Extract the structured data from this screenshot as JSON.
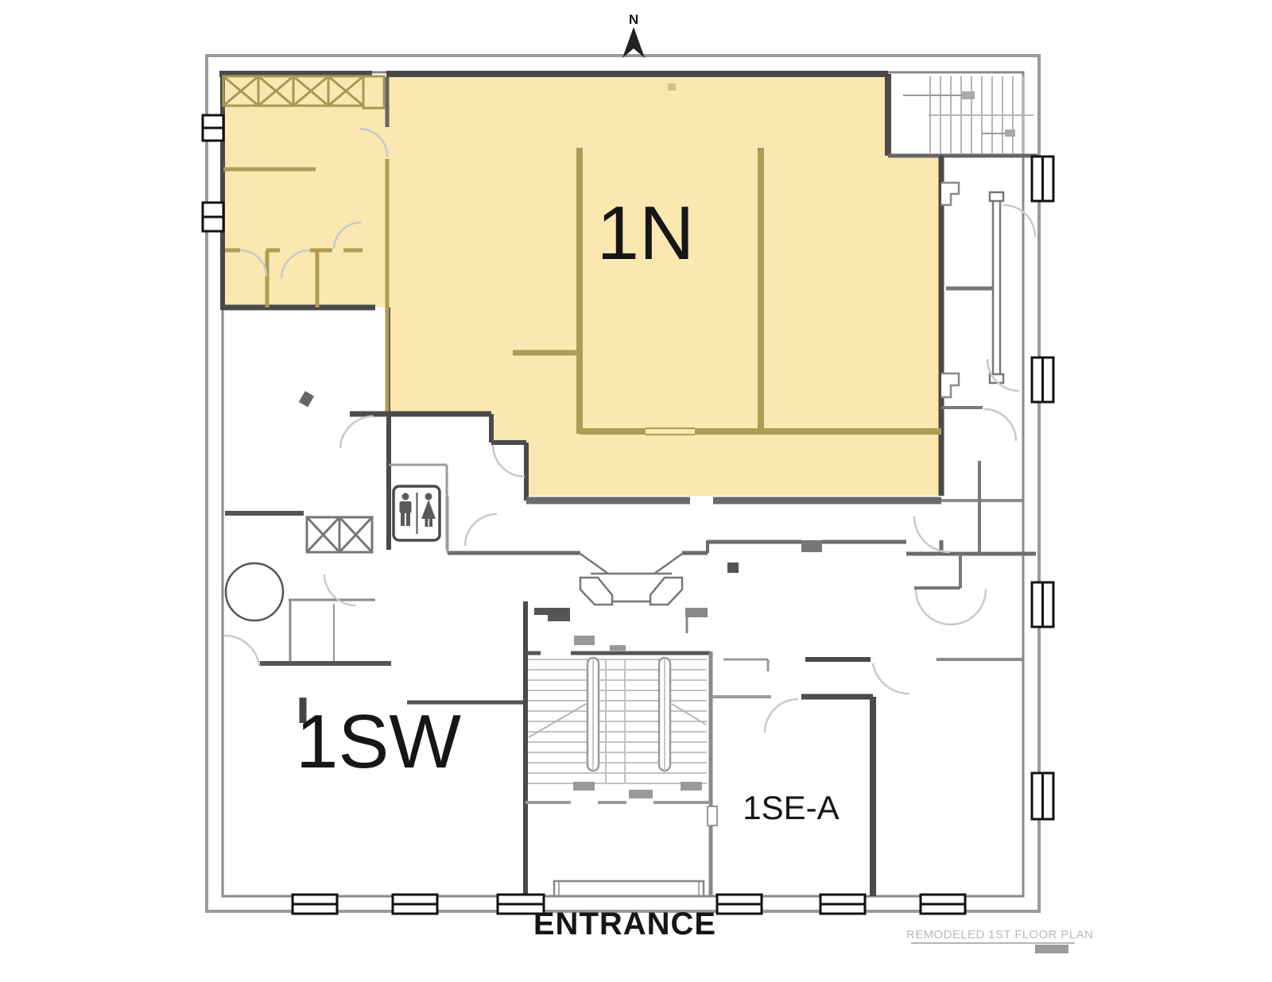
{
  "compass": {
    "label": "N"
  },
  "rooms": {
    "n1": {
      "label": "1N",
      "highlighted": true
    },
    "sw1": {
      "label": "1SW",
      "highlighted": false
    },
    "sea1": {
      "label": "1SE-A",
      "highlighted": false
    }
  },
  "labels": {
    "entrance": "ENTRANCE"
  },
  "caption": {
    "title": "REMODELED 1ST FLOOR PLAN"
  },
  "colors": {
    "highlight_fill": "#FAE8B0",
    "highlight_wall": "#AD9C55",
    "wall_dark": "#4A4A4A",
    "wall_medium": "#777777",
    "wall_light": "#9A9A9A",
    "door_arc": "#C9C9C9",
    "stair_line": "#BDBDBD",
    "caption_text": "#B9B9B9",
    "caption_block": "#9A9A9A"
  },
  "icons": {
    "restroom": "restroom-men-women",
    "compass": "north-arrow"
  }
}
